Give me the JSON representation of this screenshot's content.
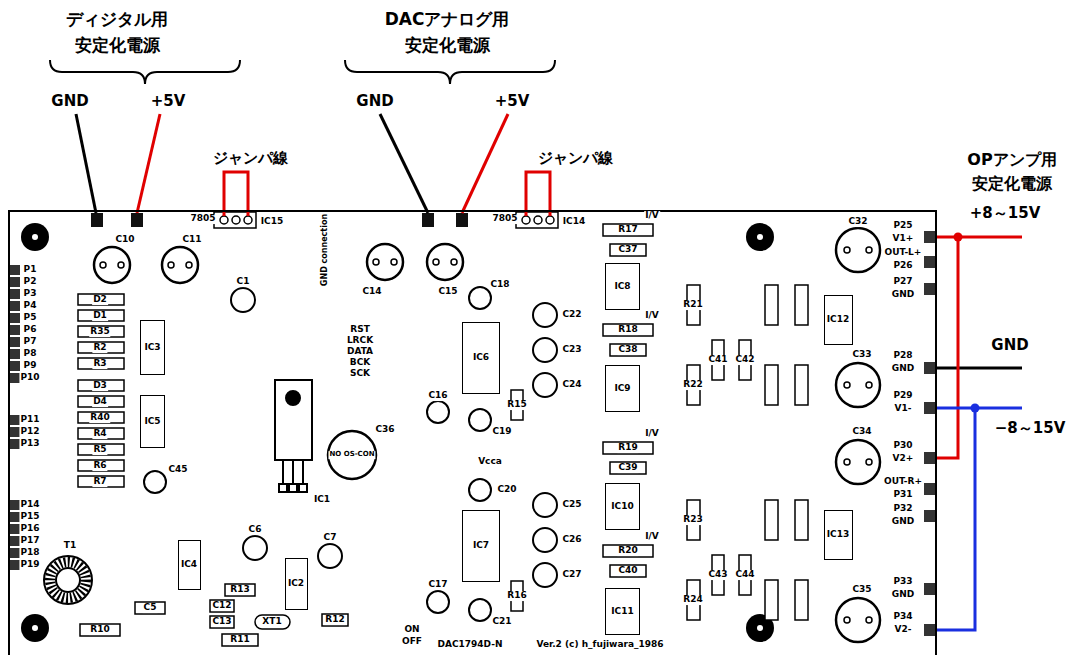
{
  "diagram": {
    "nodes": [
      {
        "text": [
          "DAC1794D-N",
          "Ver.2 (c) h_fujiwara_1986"
        ]
      },
      {
        "text": [
          "IC3"
        ],
        "in": 0
      },
      {
        "text": [
          "IC5"
        ],
        "in": 0
      },
      {
        "text": [
          "IC4"
        ],
        "in": 0
      },
      {
        "text": [
          "IC2"
        ],
        "in": 0
      },
      {
        "text": [
          "IC6"
        ],
        "in": 0
      },
      {
        "text": [
          "IC7"
        ],
        "in": 0
      },
      {
        "text": [
          "IC8"
        ],
        "in": 0
      },
      {
        "text": [
          "IC9"
        ],
        "in": 0
      },
      {
        "text": [
          "IC10"
        ],
        "in": 0
      },
      {
        "text": [
          "IC11"
        ],
        "in": 0
      },
      {
        "text": [
          "IC12"
        ],
        "in": 0
      },
      {
        "text": [
          "IC13"
        ],
        "in": 0
      }
    ],
    "labels": [
      "ディジタル用 安定化電源",
      "GND",
      "+5V",
      "ジャンパ線",
      "DACアナログ用 安定化電源",
      "GND",
      "+5V",
      "ジャンパ線",
      "OPアンプ用 安定化電源",
      "+8～15V",
      "GND",
      "−8～15V",
      "7805",
      "IC15",
      "7805",
      "IC14",
      "C10",
      "C11",
      "C1",
      "GND connection",
      "C14",
      "C15",
      "R17",
      "I/V",
      "C37",
      "R18",
      "I/V",
      "C38",
      "R19",
      "I/V",
      "C39",
      "R20",
      "I/V",
      "C40",
      "R21",
      "R22",
      "C41",
      "C42",
      "R23",
      "R24",
      "C43",
      "C44",
      "C32",
      "C33",
      "C34",
      "C35",
      "P25",
      "V1+",
      "OUT-L+",
      "P26",
      "P27",
      "GND",
      "P28",
      "GND",
      "P29",
      "V1-",
      "P30",
      "V2+",
      "OUT-R+",
      "P31",
      "P32",
      "GND",
      "P33",
      "GND",
      "P34",
      "V2-",
      "P1",
      "P2",
      "P3",
      "P4",
      "P5",
      "P6",
      "P7",
      "P8",
      "P9",
      "P10",
      "P11",
      "P12",
      "P13",
      "P14",
      "P15",
      "P16",
      "P17",
      "P18",
      "P19",
      "D2",
      "D1",
      "R35",
      "R2",
      "R3",
      "D3",
      "D4",
      "R40",
      "R4",
      "R5",
      "R6",
      "R7",
      "IC1",
      "C36",
      "NO OS-CON",
      "C45",
      "T1",
      "R10",
      "C5",
      "C6",
      "C7",
      "XT1",
      "C12",
      "C13",
      "R11",
      "R13",
      "R12",
      "RST",
      "LRCK",
      "DATA",
      "BCK",
      "SCK",
      "C16",
      "C18",
      "C19",
      "R15",
      "C22",
      "C23",
      "C24",
      "Vcca",
      "C20",
      "C17",
      "C21",
      "R16",
      "C25",
      "C26",
      "C27",
      "ON",
      "OFF"
    ]
  }
}
